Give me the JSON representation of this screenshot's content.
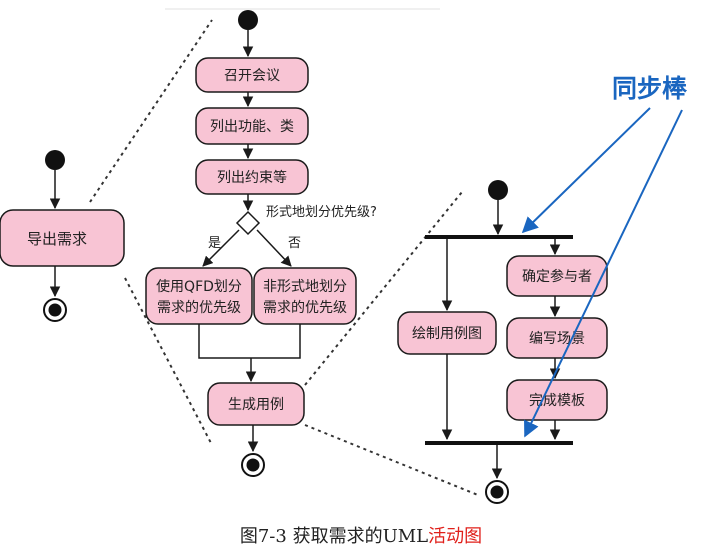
{
  "left": {
    "export_req": "导出需求"
  },
  "middle": {
    "convene_meeting": "召开会议",
    "list_functions": "列出功能、类",
    "list_constraints": "列出约束等",
    "decision_question": "形式地划分优先级?",
    "yes": "是",
    "no": "否",
    "qfd_line1": "使用QFD划分",
    "qfd_line2": "需求的优先级",
    "informal_line1": "非形式地划分",
    "informal_line2": "需求的优先级",
    "generate_usecases": "生成用例"
  },
  "right": {
    "draw_usecase": "绘制用例图",
    "identify_actors": "确定参与者",
    "write_scenarios": "编写场景",
    "complete_template": "完成模板"
  },
  "annotation": {
    "sync_bar": "同步棒"
  },
  "caption": {
    "prefix": "图7-3 获取需求的UML",
    "highlight": "活动图"
  },
  "colors": {
    "node_fill": "#f8c4d4",
    "node_stroke": "#1a1a1a",
    "annotation_blue": "#1a66c0",
    "caption_highlight": "#e0201b"
  }
}
